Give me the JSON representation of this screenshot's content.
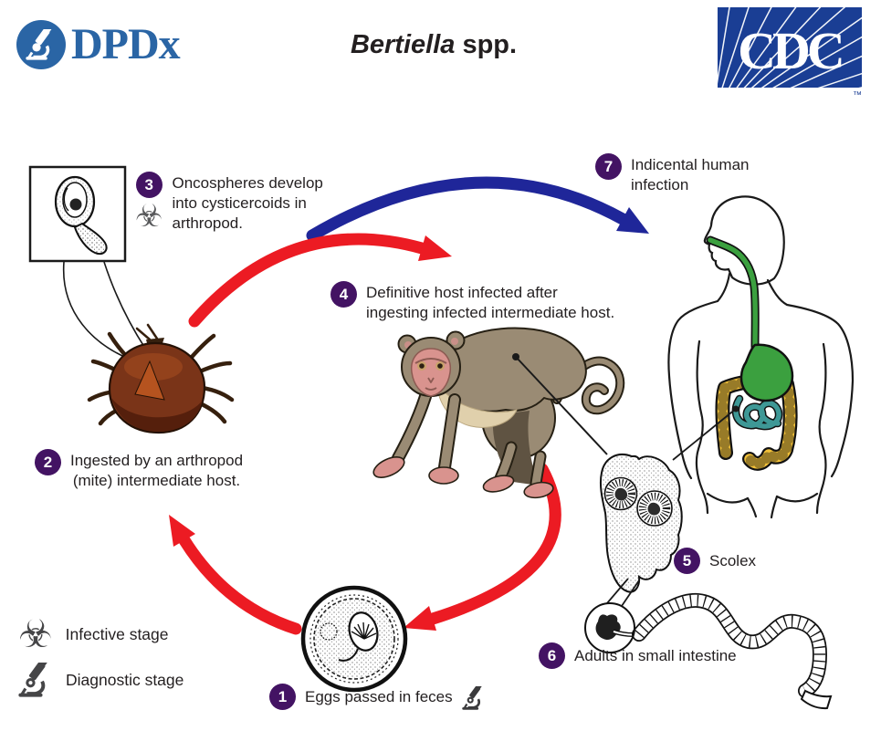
{
  "header": {
    "brand": "DPDx",
    "title_species": "Bertiella",
    "title_suffix": " spp.",
    "agency": "CDC",
    "trademark": "™"
  },
  "steps": {
    "s1": {
      "num": "1",
      "text": "Eggs passed in feces"
    },
    "s2": {
      "num": "2",
      "line1": "Ingested by an arthropod",
      "line2": "(mite) intermediate host."
    },
    "s3": {
      "num": "3",
      "line1": "Oncospheres develop",
      "line2": "into cysticercoids in",
      "line3": "arthropod."
    },
    "s4": {
      "num": "4",
      "line1": "Definitive host infected after",
      "line2": "ingesting infected intermediate host."
    },
    "s5": {
      "num": "5",
      "text": "Scolex"
    },
    "s6": {
      "num": "6",
      "text": "Adults in small intestine"
    },
    "s7": {
      "num": "7",
      "line1": "Indicental human",
      "line2": "infection"
    }
  },
  "legend": {
    "infective_label": "Infective stage",
    "diagnostic_label": "Diagnostic stage"
  },
  "icons": {
    "biohazard_glyph": "☣"
  },
  "colors": {
    "arrow-red": "#EC1B23",
    "arrow-blue": "#1F2699",
    "step-purple": "#431363",
    "cdc-blue": "#1A3E94",
    "dpdx-blue": "#2A65A5",
    "text-dark": "#231F20",
    "dig-green": "#3BA03F",
    "dig-yellow": "#F2C138",
    "dig-teal": "#3E9896",
    "mite-brown": "#7A3418",
    "monkey-fur": "#9A8B74"
  }
}
